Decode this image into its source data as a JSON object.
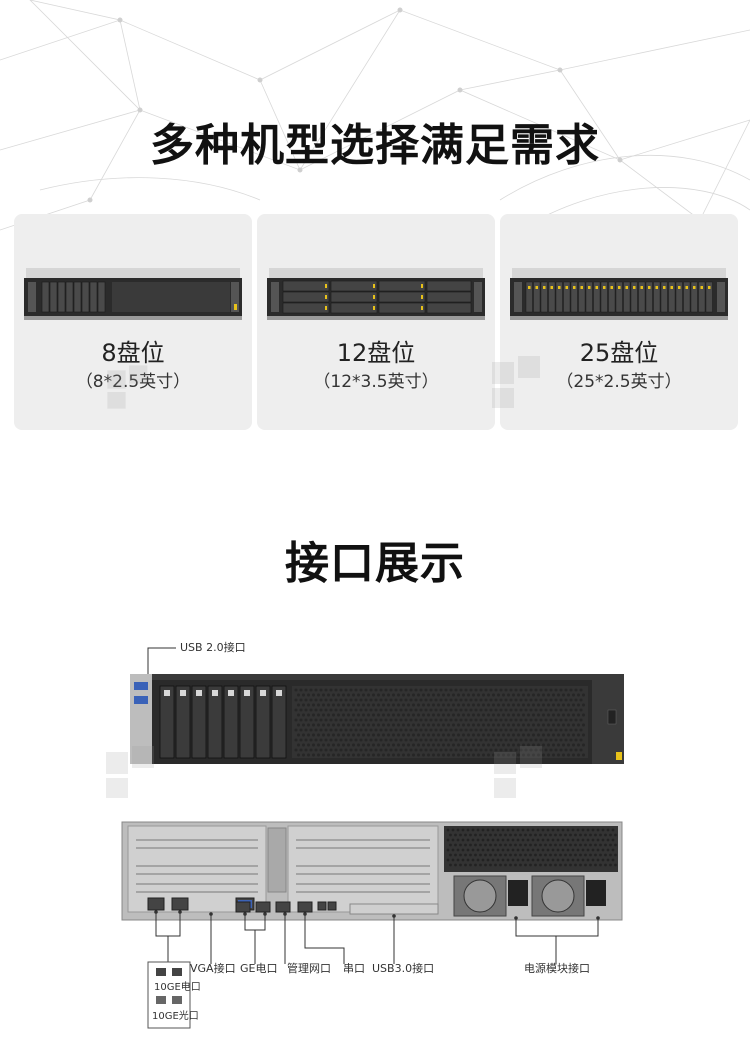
{
  "section_models": {
    "title": "多种机型选择满足需求",
    "cards": [
      {
        "capacity": "8盘位",
        "spec": "（8*2.5英寸）"
      },
      {
        "capacity": "12盘位",
        "spec": "（12*3.5英寸）"
      },
      {
        "capacity": "25盘位",
        "spec": "（25*2.5英寸）"
      }
    ]
  },
  "section_ports": {
    "title": "接口展示",
    "front_labels": {
      "usb2": "USB 2.0接口"
    },
    "rear_labels": {
      "vga": "VGA接口",
      "ge": "GE电口",
      "mgmt": "管理网口",
      "serial": "串口",
      "usb3": "USB3.0接口",
      "psu": "电源模块接口",
      "ten_ge_copper": "10GE电口",
      "ten_ge_fiber": "10GE光口"
    }
  },
  "colors": {
    "card_bg": "#eeeeee",
    "chassis_dark": "#2b2b2b",
    "chassis_silver": "#c9c9c9",
    "accent_yellow": "#e8c21a",
    "vga_blue": "#3d63b5"
  },
  "icons": [
    "server-front-icon",
    "server-rear-icon",
    "network-background-icon",
    "watermark-logo-icon"
  ]
}
